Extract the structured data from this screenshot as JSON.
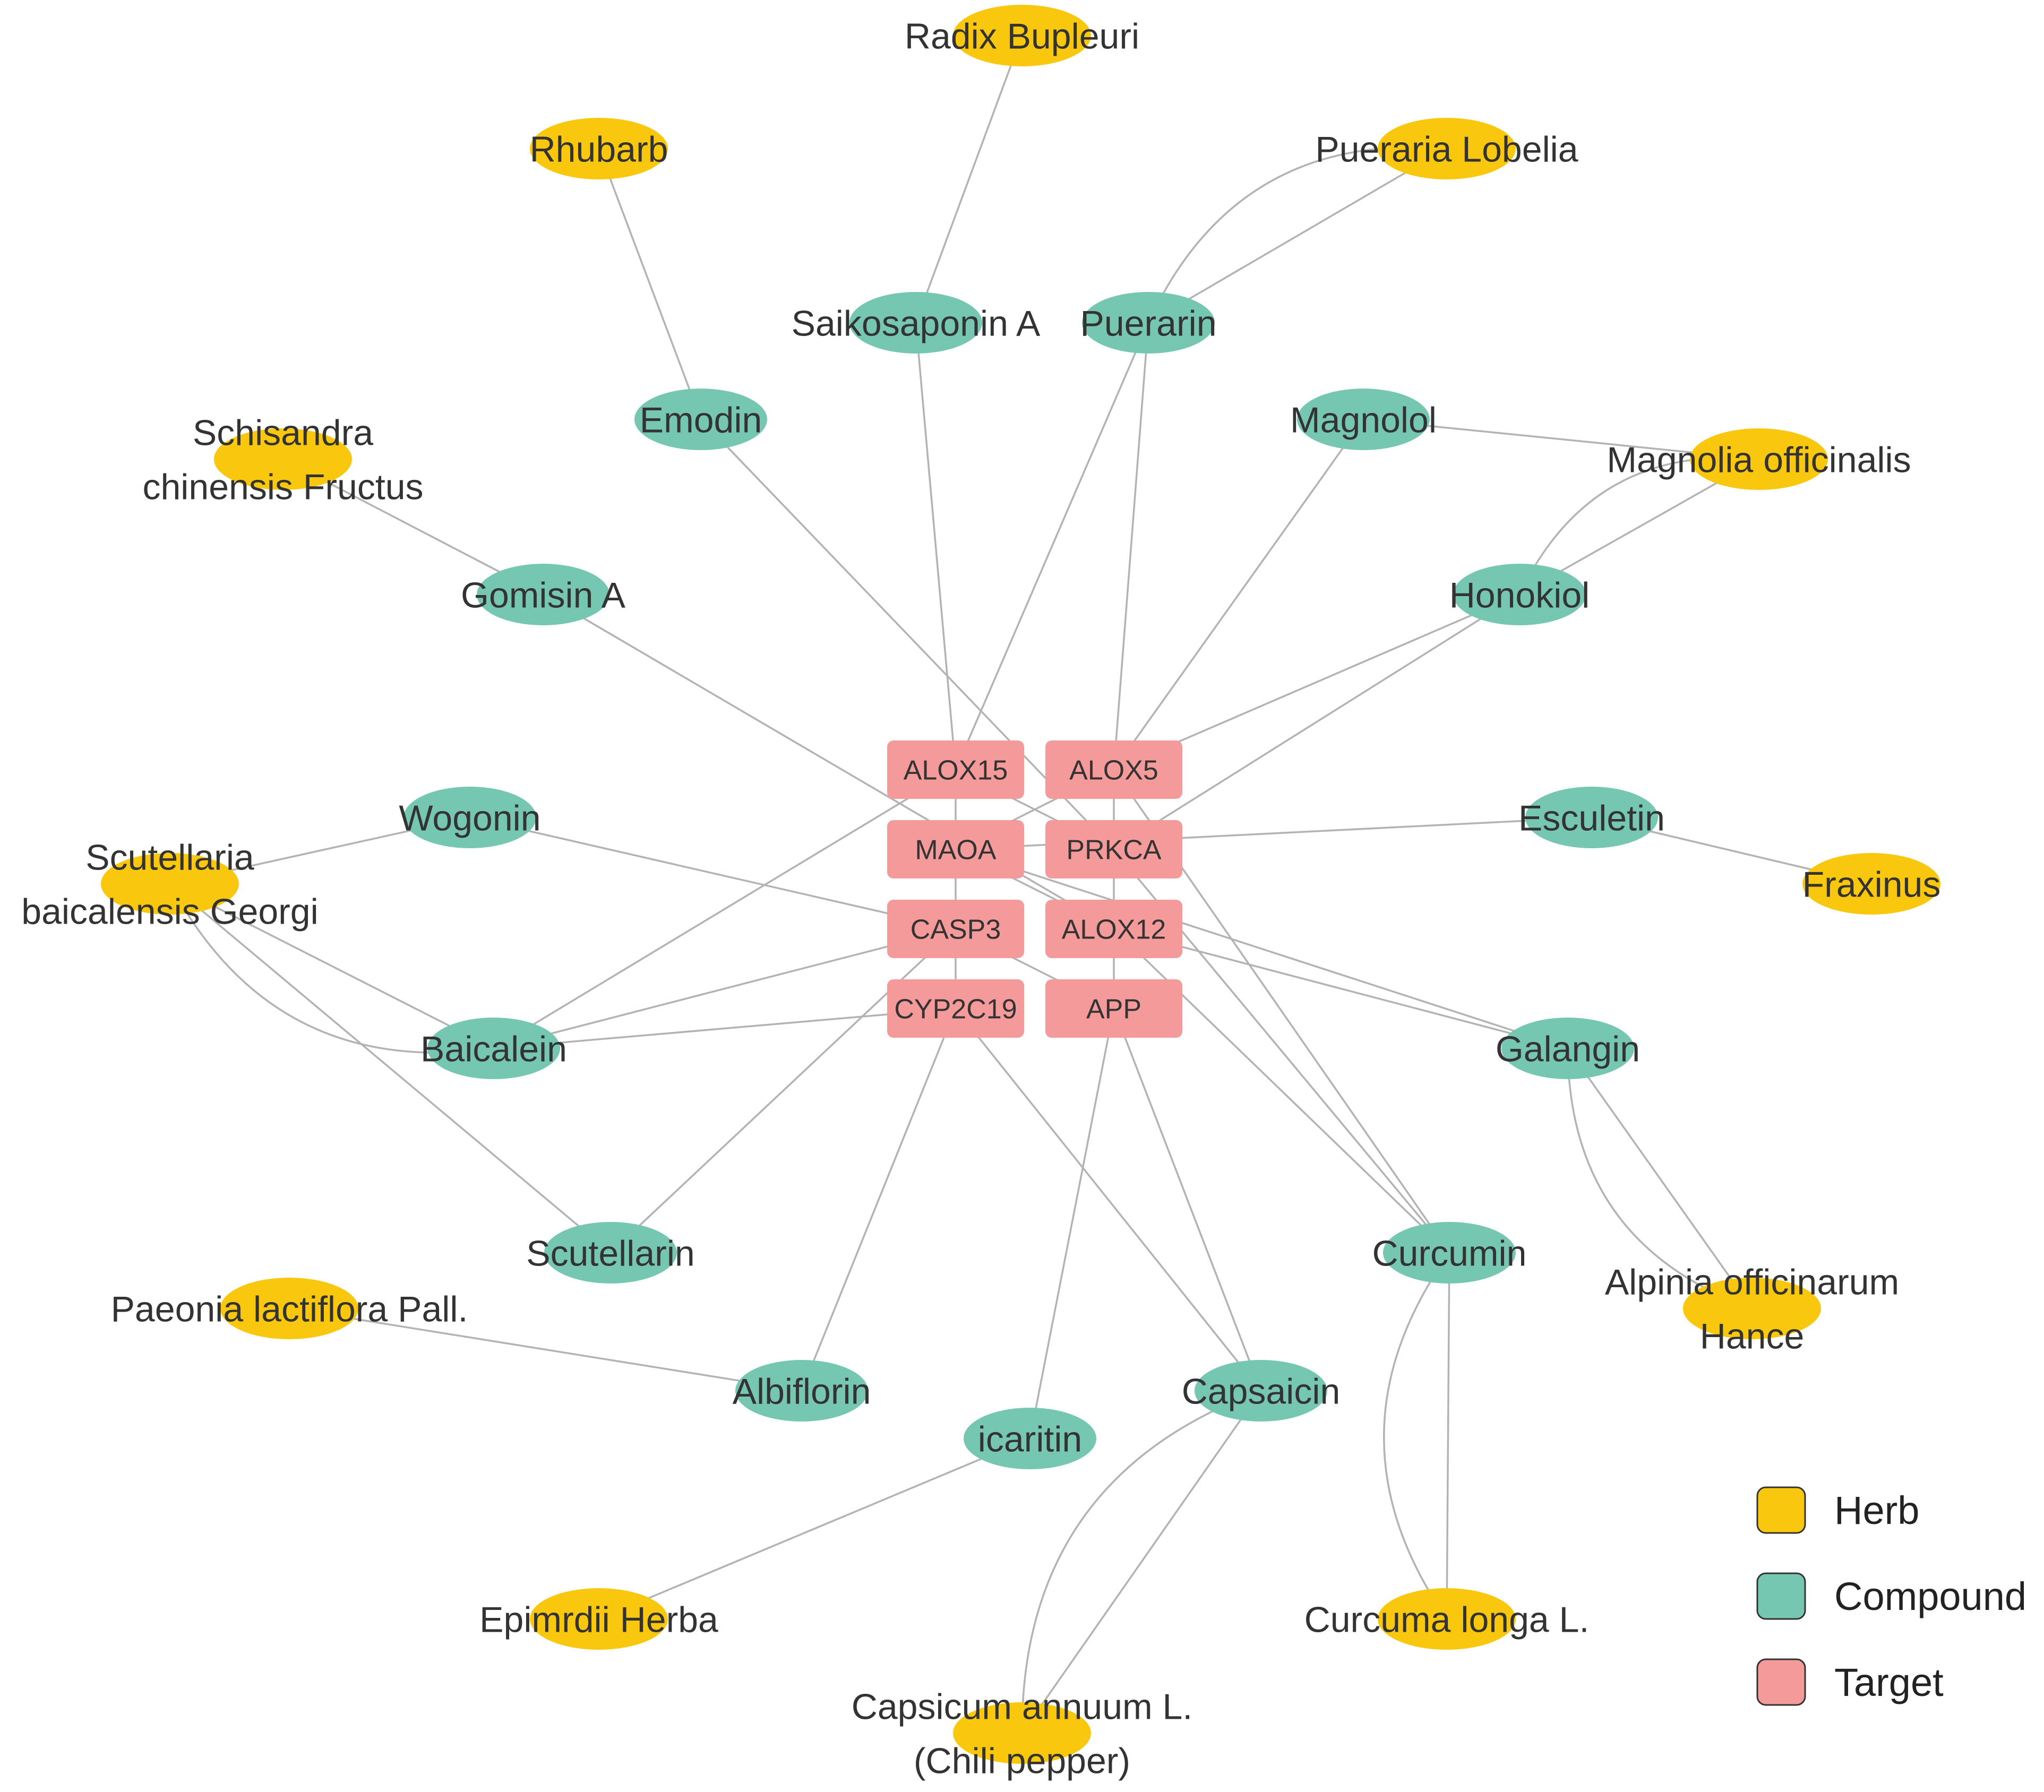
{
  "colors": {
    "herb": "#F9C80E",
    "compound": "#76C7B2",
    "target": "#F49A9A",
    "edge": "#B3B3B3",
    "text": "#333333"
  },
  "legend": [
    {
      "type": "herb",
      "label": "Herb"
    },
    {
      "type": "compound",
      "label": "Compound"
    },
    {
      "type": "target",
      "label": "Target"
    }
  ],
  "nodes": [
    {
      "id": "radix",
      "type": "herb",
      "lines": [
        "Radix Bupleuri"
      ]
    },
    {
      "id": "rhubarb",
      "type": "herb",
      "lines": [
        "Rhubarb"
      ]
    },
    {
      "id": "pueraria",
      "type": "herb",
      "lines": [
        "Pueraria Lobelia"
      ]
    },
    {
      "id": "schisandra",
      "type": "herb",
      "lines": [
        "Schisandra",
        "chinensis Fructus"
      ]
    },
    {
      "id": "magnolia",
      "type": "herb",
      "lines": [
        "Magnolia officinalis"
      ]
    },
    {
      "id": "scutellaria",
      "type": "herb",
      "lines": [
        "Scutellaria",
        "baicalensis Georgi"
      ]
    },
    {
      "id": "fraxinus",
      "type": "herb",
      "lines": [
        "Fraxinus"
      ]
    },
    {
      "id": "paeonia",
      "type": "herb",
      "lines": [
        "Paeonia lactiflora Pall."
      ]
    },
    {
      "id": "alpinia",
      "type": "herb",
      "lines": [
        "Alpinia officinarum",
        "Hance"
      ]
    },
    {
      "id": "epimrdii",
      "type": "herb",
      "lines": [
        "Epimrdii Herba"
      ]
    },
    {
      "id": "curcuma",
      "type": "herb",
      "lines": [
        "Curcuma longa L."
      ]
    },
    {
      "id": "capsicum",
      "type": "herb",
      "lines": [
        "Capsicum annuum L.",
        "(Chili pepper)"
      ]
    },
    {
      "id": "saikosaponin",
      "type": "compound",
      "lines": [
        "Saikosaponin A"
      ]
    },
    {
      "id": "puerarin",
      "type": "compound",
      "lines": [
        "Puerarin"
      ]
    },
    {
      "id": "emodin",
      "type": "compound",
      "lines": [
        "Emodin"
      ]
    },
    {
      "id": "magnolol",
      "type": "compound",
      "lines": [
        "Magnolol"
      ]
    },
    {
      "id": "gomisin",
      "type": "compound",
      "lines": [
        "Gomisin A"
      ]
    },
    {
      "id": "honokiol",
      "type": "compound",
      "lines": [
        "Honokiol"
      ]
    },
    {
      "id": "wogonin",
      "type": "compound",
      "lines": [
        "Wogonin"
      ]
    },
    {
      "id": "esculetin",
      "type": "compound",
      "lines": [
        "Esculetin"
      ]
    },
    {
      "id": "baicalein",
      "type": "compound",
      "lines": [
        "Baicalein"
      ]
    },
    {
      "id": "galangin",
      "type": "compound",
      "lines": [
        "Galangin"
      ]
    },
    {
      "id": "scutellarin",
      "type": "compound",
      "lines": [
        "Scutellarin"
      ]
    },
    {
      "id": "curcumin",
      "type": "compound",
      "lines": [
        "Curcumin"
      ]
    },
    {
      "id": "albiflorin",
      "type": "compound",
      "lines": [
        "Albiflorin"
      ]
    },
    {
      "id": "capsaicin",
      "type": "compound",
      "lines": [
        "Capsaicin"
      ]
    },
    {
      "id": "icaritin",
      "type": "compound",
      "lines": [
        "icaritin"
      ]
    },
    {
      "id": "alox15",
      "type": "target",
      "lines": [
        "ALOX15"
      ]
    },
    {
      "id": "alox5",
      "type": "target",
      "lines": [
        "ALOX5"
      ]
    },
    {
      "id": "maoa",
      "type": "target",
      "lines": [
        "MAOA"
      ]
    },
    {
      "id": "prkca",
      "type": "target",
      "lines": [
        "PRKCA"
      ]
    },
    {
      "id": "casp3",
      "type": "target",
      "lines": [
        "CASP3"
      ]
    },
    {
      "id": "alox12",
      "type": "target",
      "lines": [
        "ALOX12"
      ]
    },
    {
      "id": "cyp2c19",
      "type": "target",
      "lines": [
        "CYP2C19"
      ]
    },
    {
      "id": "app",
      "type": "target",
      "lines": [
        "APP"
      ]
    }
  ],
  "edges": [
    [
      "radix",
      "saikosaponin"
    ],
    [
      "pueraria",
      "puerarin"
    ],
    [
      "rhubarb",
      "emodin"
    ],
    [
      "schisandra",
      "gomisin"
    ],
    [
      "magnolia",
      "magnolol"
    ],
    [
      "magnolia",
      "honokiol"
    ],
    [
      "scutellaria",
      "wogonin"
    ],
    [
      "scutellaria",
      "baicalein"
    ],
    [
      "scutellaria",
      "scutellarin"
    ],
    [
      "esculetin",
      "fraxinus"
    ],
    [
      "galangin",
      "alpinia"
    ],
    [
      "paeonia",
      "albiflorin"
    ],
    [
      "icaritin",
      "epimrdii"
    ],
    [
      "curcumin",
      "curcuma"
    ],
    [
      "capsaicin",
      "capsicum"
    ],
    [
      "saikosaponin",
      "alox15"
    ],
    [
      "puerarin",
      "alox15"
    ],
    [
      "puerarin",
      "alox5"
    ],
    [
      "emodin",
      "prkca"
    ],
    [
      "magnolol",
      "alox5"
    ],
    [
      "gomisin",
      "alox12"
    ],
    [
      "honokiol",
      "alox5"
    ],
    [
      "honokiol",
      "prkca"
    ],
    [
      "wogonin",
      "casp3"
    ],
    [
      "esculetin",
      "maoa"
    ],
    [
      "baicalein",
      "alox15"
    ],
    [
      "baicalein",
      "casp3"
    ],
    [
      "baicalein",
      "cyp2c19"
    ],
    [
      "galangin",
      "maoa"
    ],
    [
      "galangin",
      "alox12"
    ],
    [
      "scutellarin",
      "casp3"
    ],
    [
      "curcumin",
      "prkca"
    ],
    [
      "curcumin",
      "alox12"
    ],
    [
      "curcumin",
      "alox5"
    ],
    [
      "albiflorin",
      "cyp2c19"
    ],
    [
      "capsaicin",
      "app"
    ],
    [
      "capsaicin",
      "cyp2c19"
    ],
    [
      "icaritin",
      "app"
    ],
    [
      "alox15",
      "maoa"
    ],
    [
      "alox5",
      "prkca"
    ],
    [
      "maoa",
      "casp3"
    ],
    [
      "prkca",
      "alox12"
    ],
    [
      "casp3",
      "cyp2c19"
    ],
    [
      "alox12",
      "app"
    ],
    [
      "alox15",
      "prkca"
    ],
    [
      "maoa",
      "alox12"
    ],
    [
      "casp3",
      "app"
    ],
    [
      "alox5",
      "maoa"
    ]
  ]
}
